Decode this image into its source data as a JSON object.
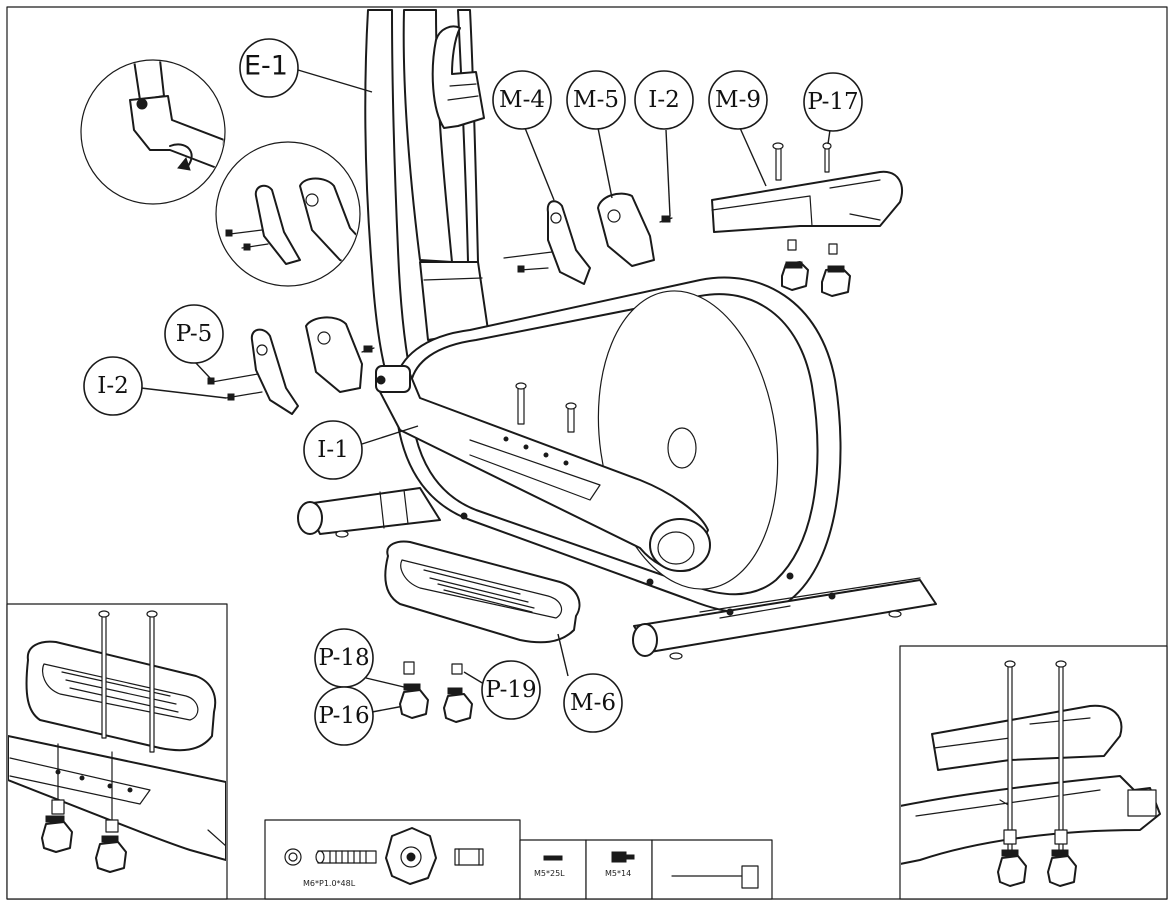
{
  "callouts": {
    "e1": "E-1",
    "m4": "M-4",
    "m5": "M-5",
    "i2_top": "I-2",
    "m9": "M-9",
    "p17": "P-17",
    "p5": "P-5",
    "i2_left": "I-2",
    "i1": "I-1",
    "p18": "P-18",
    "p16": "P-16",
    "p19": "P-19",
    "m6": "M-6"
  },
  "hardware_table": {
    "cell1_labels": [
      "M6*P1.0*48L"
    ],
    "cell2_label": "M5*25L",
    "cell3_label": "M5*14"
  }
}
